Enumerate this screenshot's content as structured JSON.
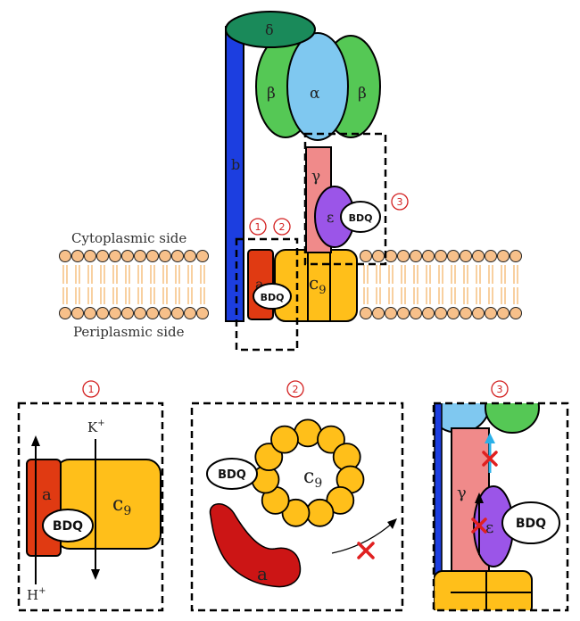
{
  "labels": {
    "cytoplasmic": "Cytoplasmic side",
    "periplasmic": "Periplasmic side"
  },
  "subunits": {
    "delta": "δ",
    "alpha": "α",
    "beta_left": "β",
    "beta_right": "β",
    "b": "b",
    "gamma": "γ",
    "epsilon": "ε",
    "a": "a",
    "c_ring": "c",
    "c_sub": "9"
  },
  "drug": "BDQ",
  "ion_labels": {
    "k_plus": "K",
    "k_sup": "+",
    "h_plus": "H",
    "h_sup": "+"
  },
  "markers": [
    "1",
    "2",
    "3"
  ],
  "panels": [
    {
      "id": "1",
      "title": "1"
    },
    {
      "id": "2",
      "title": "2"
    },
    {
      "id": "3",
      "title": "3"
    }
  ],
  "colors": {
    "delta": "#1a8a5a",
    "alpha": "#7fc8f0",
    "beta": "#55c855",
    "b_stalk": "#1c3ee0",
    "gamma": "#f08a8a",
    "epsilon": "#9b55e8",
    "a_subunit": "#e03a12",
    "c_ring": "#ffbf1a",
    "lipid_head": "#f7c08a",
    "lipid_tail": "#f0a040",
    "marker_red": "#d32020",
    "arrow_blue": "#2ab0e8"
  }
}
